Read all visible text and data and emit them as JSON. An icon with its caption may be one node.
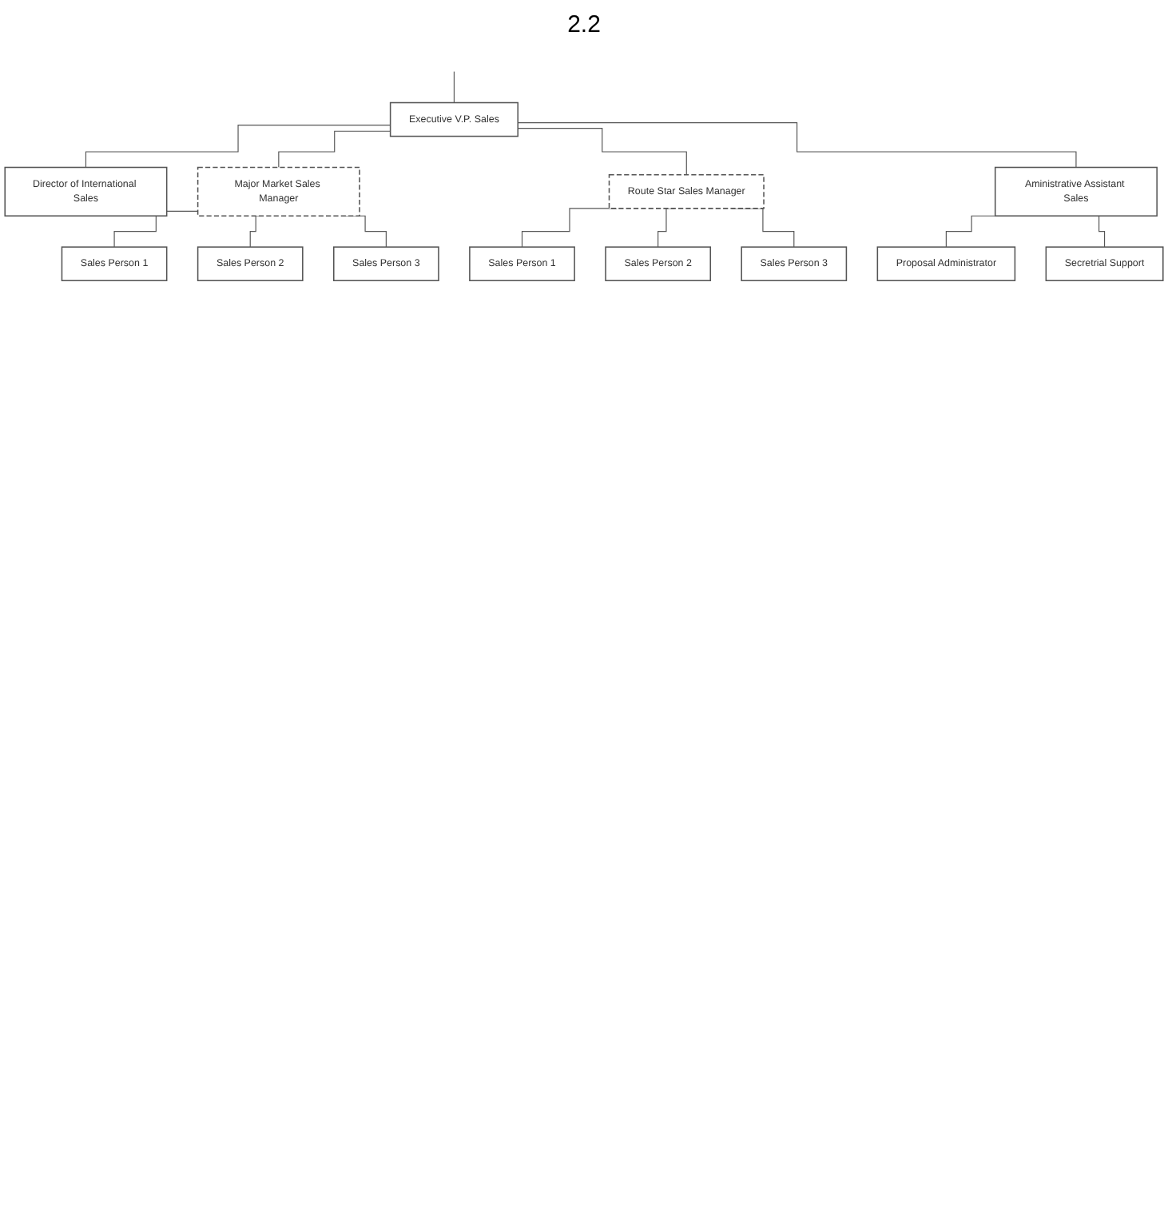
{
  "diagram": {
    "nodes": [
      {
        "text": [
          "Executive V.P. Sales"
        ]
      },
      {
        "text": [
          "Director of International Sales"
        ]
      },
      {
        "text": [
          "Major Market Sales Manager"
        ]
      },
      {
        "text": [
          "Route Star Sales Manager"
        ]
      },
      {
        "text": [
          "Aministrative Assistant Sales"
        ]
      },
      {
        "text": [
          "Sales Person 1"
        ]
      },
      {
        "text": [
          "Sales Person 1"
        ]
      },
      {
        "text": [
          "Sales Person 2"
        ]
      },
      {
        "text": [
          "Sales Person 2"
        ]
      },
      {
        "text": [
          "Sales Person 3"
        ]
      },
      {
        "text": [
          "Sales Person 3"
        ]
      },
      {
        "text": [
          "Proposal Administrator"
        ]
      },
      {
        "text": [
          "Secretrial Support"
        ]
      }
    ],
    "edges": [
      {
        "from": null,
        "to": 0,
        "arrow": "none"
      },
      {
        "from": 0,
        "to": 1,
        "arrow": "none"
      },
      {
        "from": 0,
        "to": 2,
        "arrow": "none"
      },
      {
        "from": 0,
        "to": 3,
        "arrow": "none"
      },
      {
        "from": 0,
        "to": 4,
        "arrow": "none"
      },
      {
        "from": 2,
        "to": 5,
        "arrow": "none"
      },
      {
        "from": 3,
        "to": 6,
        "arrow": "none"
      },
      {
        "from": 2,
        "to": 7,
        "arrow": "none"
      },
      {
        "from": 3,
        "to": 8,
        "arrow": "none"
      },
      {
        "from": 2,
        "to": 9,
        "arrow": "none"
      },
      {
        "from": 3,
        "to": 10,
        "arrow": "none"
      },
      {
        "from": 4,
        "to": 11,
        "arrow": "none"
      },
      {
        "from": 4,
        "to": 12,
        "arrow": "none"
      }
    ],
    "labels": [
      "2.2"
    ]
  }
}
